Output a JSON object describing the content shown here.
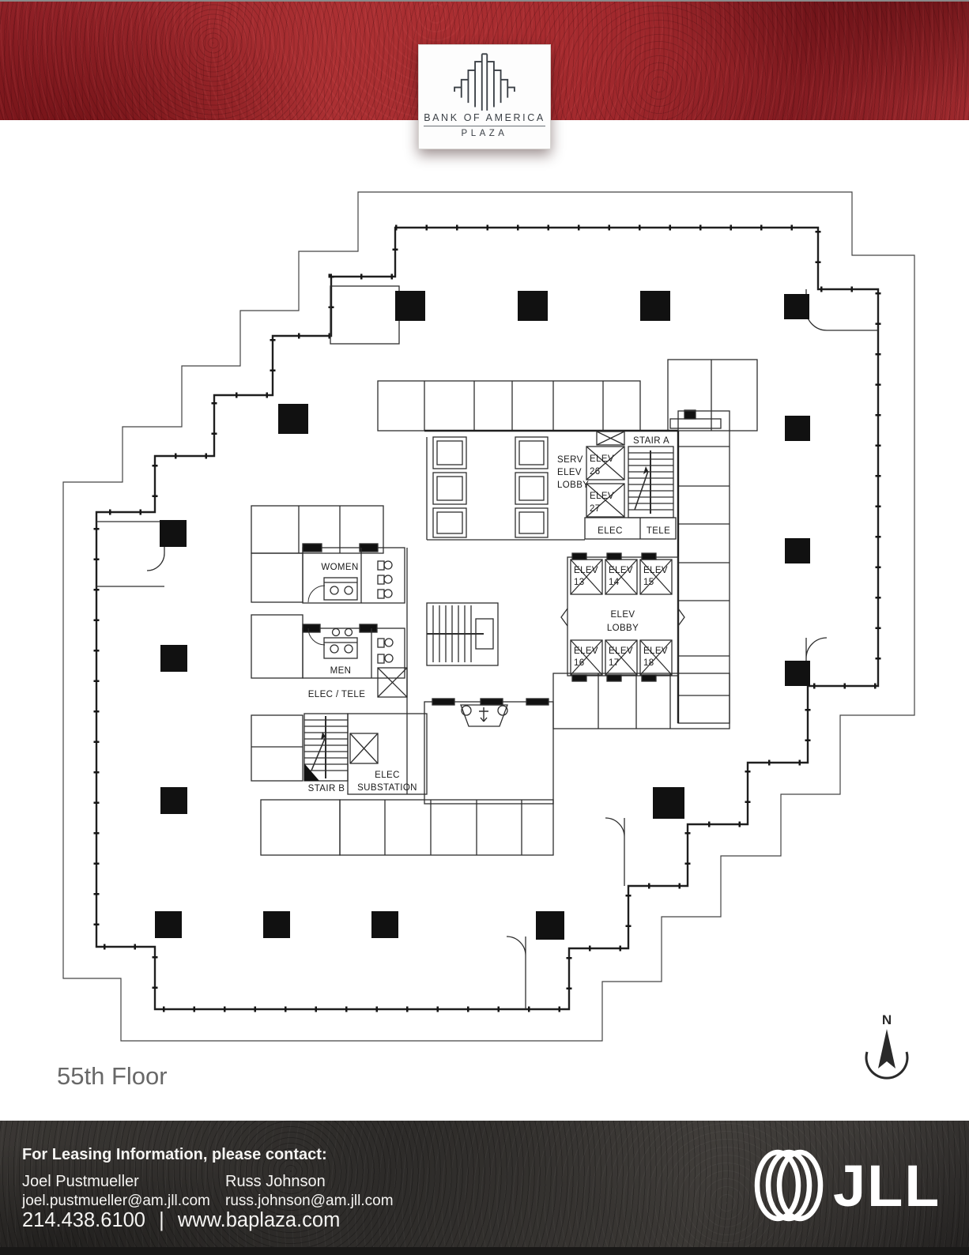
{
  "header": {
    "title": "BANK OF AMERICA",
    "subtitle": "PLAZA"
  },
  "plan": {
    "floor_label": "55th Floor",
    "compass_n": "N",
    "labels": {
      "serv1": "SERV",
      "serv2": "ELEV",
      "serv3": "LOBBY",
      "elev26_1": "ELEV",
      "elev26_2": "26",
      "elev27_1": "ELEV",
      "elev27_2": "27",
      "stair_a": "STAIR A",
      "elec": "ELEC",
      "tele": "TELE",
      "elev13_1": "ELEV",
      "elev13_2": "13",
      "elev14_1": "ELEV",
      "elev14_2": "14",
      "elev15_1": "ELEV",
      "elev15_2": "15",
      "elev16_1": "ELEV",
      "elev16_2": "16",
      "elev17_1": "ELEV",
      "elev17_2": "17",
      "elev18_1": "ELEV",
      "elev18_2": "18",
      "elev_lobby_1": "ELEV",
      "elev_lobby_2": "LOBBY",
      "women": "WOMEN",
      "men": "MEN",
      "elec_tele": "ELEC / TELE",
      "stair_b": "STAIR B",
      "sub1": "ELEC",
      "sub2": "SUBSTATION"
    }
  },
  "footer": {
    "heading": "For Leasing Information, please contact:",
    "contacts": [
      {
        "name": "Joel Pustmueller",
        "email": "joel.pustmueller@am.jll.com"
      },
      {
        "name": "Russ Johnson",
        "email": "russ.johnson@am.jll.com"
      }
    ],
    "phone": "214.438.6100",
    "separator": "|",
    "website": "www.baplaza.com",
    "logo_text": "JLL"
  },
  "colors": {
    "accent_red": "#9e2a2e",
    "footer_dark": "#2d2b29",
    "line": "#2e2e2e"
  }
}
